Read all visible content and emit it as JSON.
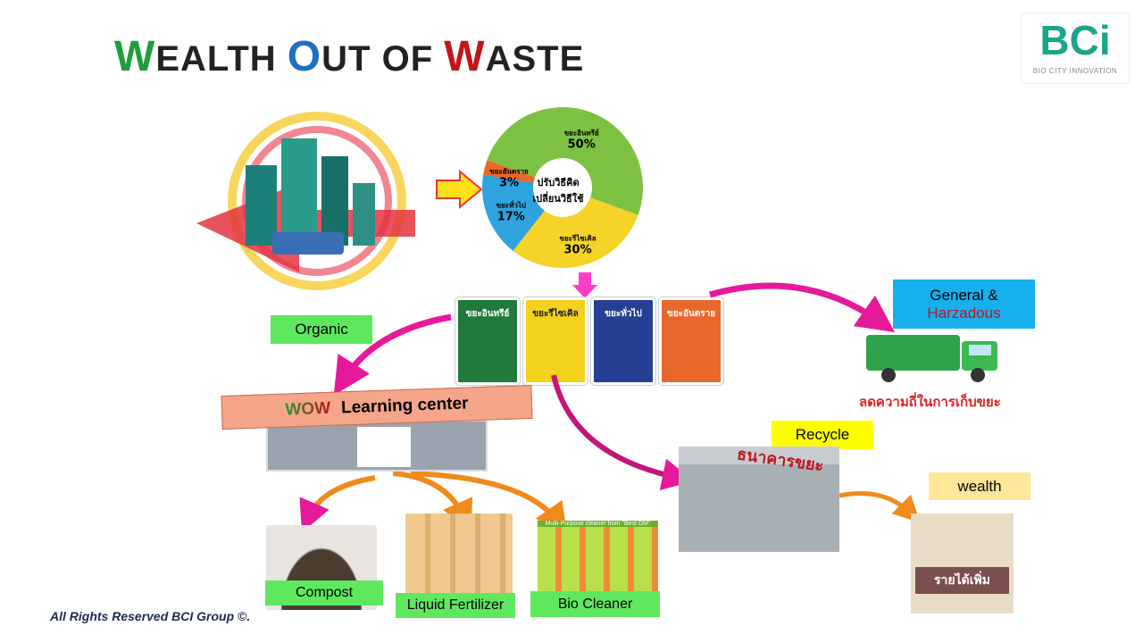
{
  "title": {
    "w1_cap": "W",
    "w1_rest": "EALTH",
    "w2_cap": "O",
    "w2_rest": "UT OF",
    "w3_cap": "W",
    "w3_rest": "ASTE",
    "colors": {
      "w1": "#1e9e3a",
      "w2": "#1f6fc4",
      "w3": "#c0161c"
    }
  },
  "logo": {
    "mark": "BCi",
    "tagline": "BIO CITY INNOVATION",
    "color": "#1aa58c"
  },
  "pie": {
    "center_line1": "ปรับวิธีคิด",
    "center_line2": "เปลี่ยนวิธีใช้",
    "slices": [
      {
        "label": "ขยะอินทรีย์",
        "value": 50,
        "pct": "50%",
        "color": "#7dc142"
      },
      {
        "label": "ขยะรีไซเคิล",
        "value": 30,
        "pct": "30%",
        "color": "#f5d327"
      },
      {
        "label": "ขยะทั่วไป",
        "value": 17,
        "pct": "17%",
        "color": "#2ea3dd"
      },
      {
        "label": "ขยะอันตราย",
        "value": 3,
        "pct": "3%",
        "color": "#e8672a"
      }
    ]
  },
  "bins": [
    {
      "label": "ขยะอินทรีย์",
      "color": "#1f7a3b"
    },
    {
      "label": "ขยะรีไซเคิล",
      "color": "#f2d21c"
    },
    {
      "label": "ขยะทั่วไป",
      "color": "#253f92"
    },
    {
      "label": "ขยะอันตราย",
      "color": "#e8672a"
    }
  ],
  "labels": {
    "organic": "Organic",
    "general_line1": "General &",
    "general_line2": "Harzadous",
    "recycle": "Recycle",
    "wealth": "wealth",
    "compost": "Compost",
    "liquid_fertilizer": "Liquid Fertilizer",
    "bio_cleaner": "Bio Cleaner"
  },
  "learning_center": {
    "wow": "WOW",
    "text": "Learning center"
  },
  "truck_caption": "ลดความถี่ในการเก็บขยะ",
  "bank_sign": "ธนาคารขยะ",
  "income_caption": "รายได้เพิ่ม",
  "cleaner_caption": "Multi-Purpose cleaner from \"Best DM\"",
  "footer": "All Rights Reserved BCI Group ©."
}
